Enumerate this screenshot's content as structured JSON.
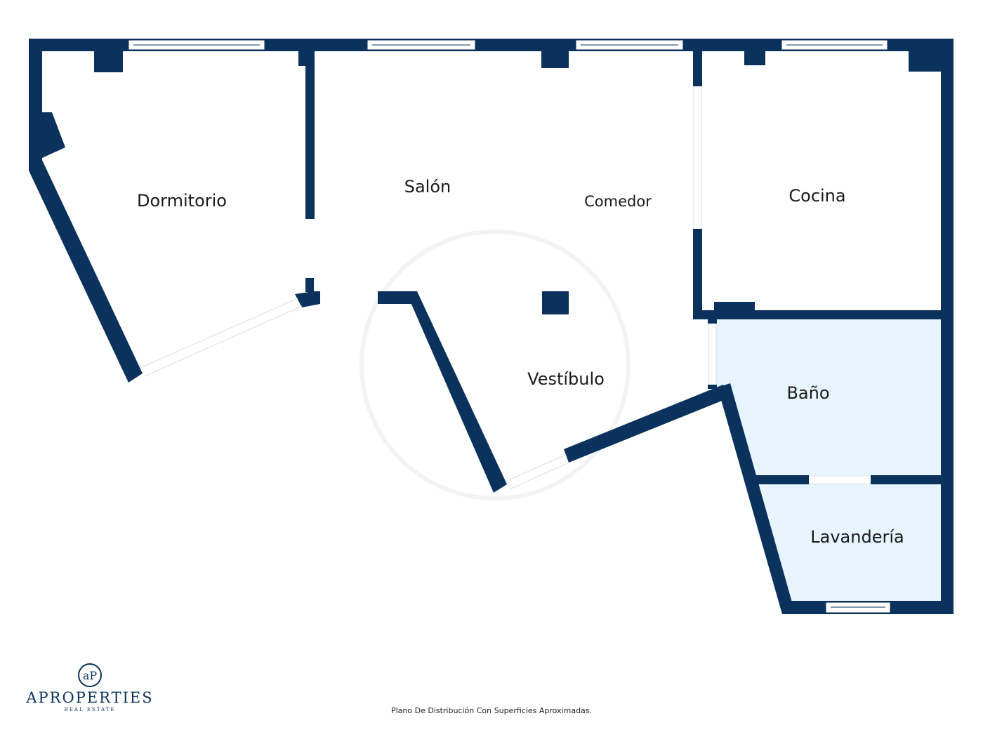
{
  "plan": {
    "colors": {
      "wall": "#0b325c",
      "wet_room_fill": "#e7f3fd",
      "window": "#ffffff"
    },
    "rooms": {
      "dormitorio": "Dormitorio",
      "salon": "Salón",
      "comedor": "Comedor",
      "cocina": "Cocina",
      "vestibulo": "Vestíbulo",
      "bano": "Baño",
      "lavanderia": "Lavandería"
    }
  },
  "logo": {
    "monogram": "aP",
    "brand": "APROPERTIES",
    "tagline": "REAL ESTATE"
  },
  "footer": {
    "note": "Plano De Distribución Con Superficies Aproximadas."
  }
}
